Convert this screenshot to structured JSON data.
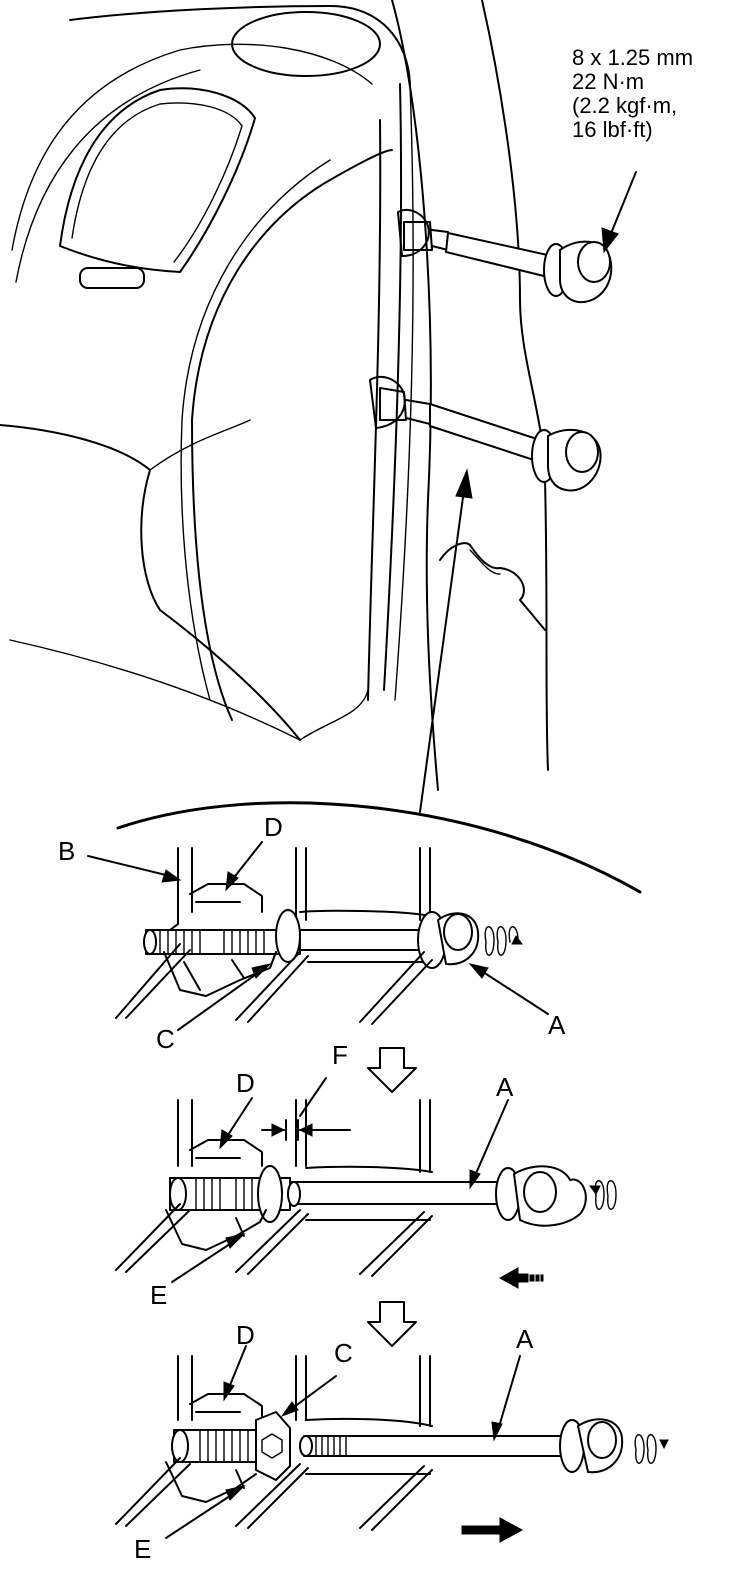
{
  "spec": {
    "line1": "8 x 1.25 mm",
    "line2": "22 N·m",
    "line3": "(2.2 kgf·m,",
    "line4": "16 lbf·ft)"
  },
  "labels": {
    "a": "A",
    "b": "B",
    "c": "C",
    "d": "D",
    "e": "E",
    "f": "F"
  },
  "colors": {
    "line": "#000000",
    "background": "#ffffff"
  }
}
